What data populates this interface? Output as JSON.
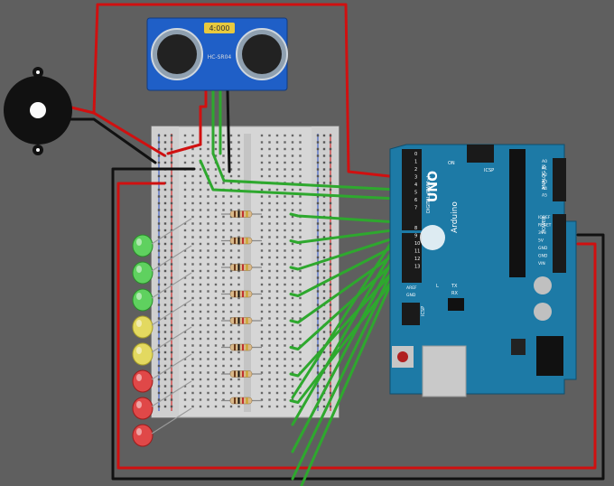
{
  "sensor": {
    "display_text": "4:000",
    "model": "HC-SR04"
  },
  "arduino": {
    "logo_text": "UNO",
    "brand": "Arduino",
    "header_digital": "DIGITAL (PWM~)",
    "header_analog": "ANALOG IN",
    "header_power": "POWER",
    "icsp": "ICSP",
    "icsp2": "ICSP",
    "aref": "AREF",
    "gnd": "GND",
    "tx": "TX",
    "rx": "RX",
    "on": "ON",
    "l": "L",
    "power_pins": [
      "IOREF",
      "RESET",
      "3V3",
      "5V",
      "GND",
      "GND",
      "VIN"
    ],
    "analog_pins": [
      "A0",
      "A1",
      "A2",
      "A3",
      "A4",
      "A5"
    ],
    "digital_pins": [
      "0",
      "1",
      "2",
      "3",
      "4",
      "5",
      "6",
      "7",
      "8",
      "9",
      "10",
      "11",
      "12",
      "13"
    ]
  },
  "components": {
    "leds": [
      {
        "color": "green"
      },
      {
        "color": "green"
      },
      {
        "color": "green"
      },
      {
        "color": "yellow"
      },
      {
        "color": "yellow"
      },
      {
        "color": "red"
      },
      {
        "color": "red"
      },
      {
        "color": "red"
      }
    ],
    "resistor_count": 8,
    "buzzer": "piezo-buzzer"
  },
  "colors": {
    "background": "#5f5f5f",
    "board": "#1d7aa6",
    "breadboard": "#d9d9d9",
    "wire_red": "#d01010",
    "wire_black": "#111111",
    "wire_green": "#2ea82e",
    "sensor_blue": "#1f5fc7"
  }
}
